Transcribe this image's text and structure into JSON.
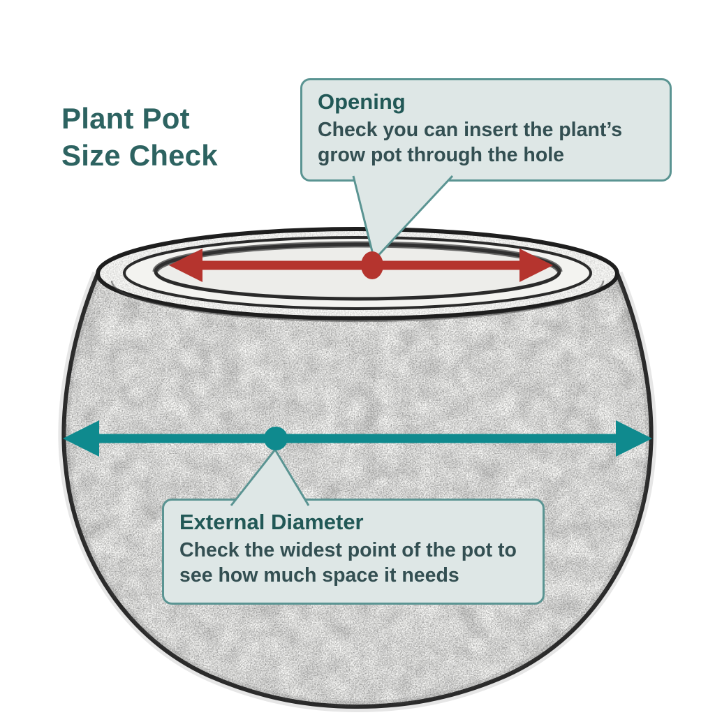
{
  "page": {
    "background": "#ffffff"
  },
  "title": {
    "text": "Plant Pot Size Check"
  },
  "callouts": {
    "opening": {
      "heading": "Opening",
      "body": "Check you can insert the plant’s grow pot through the hole"
    },
    "external_diameter": {
      "heading": "External Diameter",
      "body": "Check the widest point of the pot to see how much space it needs"
    }
  },
  "markers": {
    "opening_arrow": {
      "type": "double-headed-arrow",
      "color": "#b5342e",
      "midpoint_dot": "red-dot"
    },
    "external_diameter_arrow": {
      "type": "double-headed-arrow",
      "color": "#0f8a8e",
      "midpoint_dot": "teal-dot"
    }
  },
  "colors": {
    "title": "#2d6361",
    "callout_background": "#dee7e6",
    "callout_border": "#5a9492",
    "callout_heading": "#215856",
    "callout_body_text": "#334f52",
    "opening_arrow_red": "#b5342e",
    "diameter_arrow_teal": "#0f8a8e",
    "pot_outline": "#1f1f1f"
  }
}
